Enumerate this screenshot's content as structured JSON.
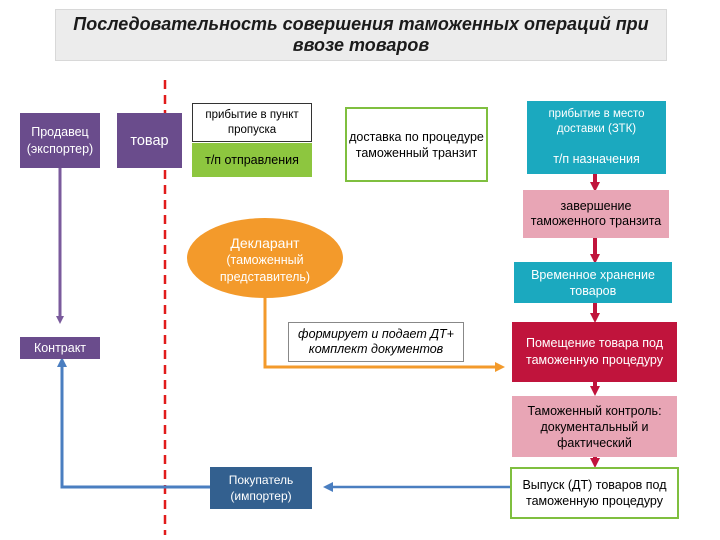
{
  "title": "Последовательность совершения таможенных операций при ввозе товаров",
  "nodes": {
    "seller": "Продавец (экспортер)",
    "goods": "товар",
    "arrival_checkpoint": "прибытие в пункт пропуска",
    "departure_post": "т/п отправления",
    "transit_delivery": "доставка по процедуре таможенный транзит",
    "arrival_destination": "прибытие в место доставки (ЗТК)",
    "destination_post": "т/п назначения",
    "transit_completion": "завершение таможенного транзита",
    "declarant_line1": "Декларант",
    "declarant_line2": "(таможенный",
    "declarant_line3": "представитель)",
    "temporary_storage": "Временное хранение товаров",
    "contract": "Контракт",
    "forms_documents": "формирует и подает ДТ+ комплект документов",
    "placement": "Помещение товара под таможенную процедуру",
    "customs_control": "Таможенный контроль: документальный и фактический",
    "buyer": "Покупатель (импортер)",
    "release": "Выпуск (ДТ) товаров под таможенную процедуру"
  },
  "colors": {
    "purple": "#6a4c8c",
    "green": "#8dc63f",
    "teal": "#1ba9bf",
    "orange": "#f39a2b",
    "red": "#c0143c",
    "pink": "#e8a5b5",
    "navy": "#33608f",
    "connector_blue": "#4a7ec0",
    "divider_red": "#e11b1b"
  }
}
